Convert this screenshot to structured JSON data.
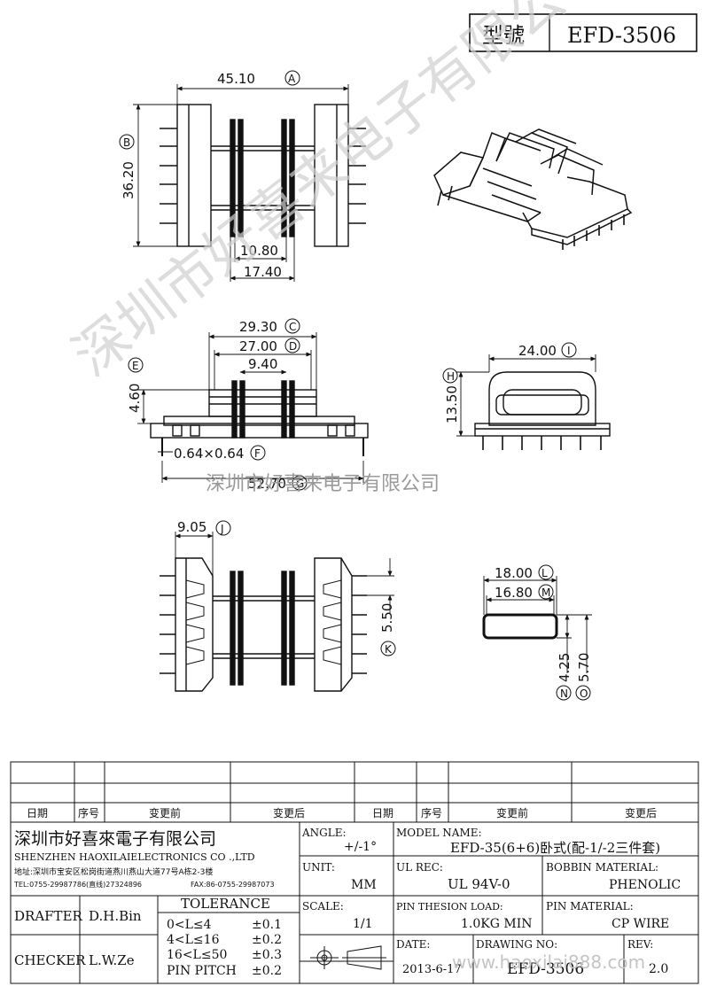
{
  "header": {
    "model_label": "型號",
    "model_value": "EFD-3506"
  },
  "dimensions": {
    "A": "45.10",
    "B": "36.20",
    "h_inner": "10.80",
    "h_outer": "17.40",
    "C": "29.30",
    "D": "27.00",
    "mid": "9.40",
    "E": "4.60",
    "F": "0.64×0.64",
    "G": "52.70",
    "H": "13.50",
    "I": "24.00",
    "J": "9.05",
    "K": "5.50",
    "L": "18.00",
    "M": "16.80",
    "N": "4.25",
    "O": "5.70"
  },
  "letters": {
    "A": "A",
    "B": "B",
    "C": "C",
    "D": "D",
    "E": "E",
    "F": "F",
    "G": "G",
    "H": "H",
    "I": "I",
    "J": "J",
    "K": "K",
    "L": "L",
    "M": "M",
    "N": "N",
    "O": "O"
  },
  "watermark": {
    "diag": "深圳市好喜来电子有限公司",
    "line": "深圳市好喜来电子有限公司",
    "url": "www.haoxilai888.com"
  },
  "revision_table": {
    "headers": [
      "日期",
      "序号",
      "变更前",
      "变更后",
      "日期",
      "序号",
      "变更前",
      "变更后"
    ]
  },
  "company": {
    "name_cn": "深圳市好喜來電子有限公司",
    "name_en": "SHENZHEN HAOXILAIELECTRONICS CO .,LTD",
    "address": "地址:深圳市宝安区松岗街道燕川燕山大道77号A栋2-3楼",
    "tel": "TEL:0755-29987786(直线)27324896",
    "fax": "FAX:86-0755-29987073"
  },
  "title_block": {
    "angle_label": "ANGLE:",
    "angle_value": "+/-1°",
    "model_name_label": "MODEL NAME:",
    "model_name_value": "EFD-35(6+6)卧式(配-1/-2三件套)",
    "unit_label": "UNIT:",
    "unit_value": "MM",
    "ul_label": "UL REC:",
    "ul_value": "UL 94V-0",
    "bobbin_label": "BOBBIN MATERIAL:",
    "bobbin_value": "PHENOLIC",
    "scale_label": "SCALE:",
    "scale_value": "1/1",
    "load_label": "PIN THESION LOAD:",
    "load_value": "1.0KG MIN",
    "pin_label": "PIN MATERIAL:",
    "pin_value": "CP  WIRE",
    "date_label": "DATE:",
    "date_value": "2013-6-17",
    "drawing_label": "DRAWING NO:",
    "drawing_value": "EFD-3506",
    "rev_label": "REV:",
    "rev_value": "2.0",
    "drafter_label": "DRAFTER",
    "drafter_value": "D.H.Bin",
    "checker_label": "CHECKER",
    "checker_value": "L.W.Ze",
    "tolerance_title": "TOLERANCE",
    "tolerance_rows": [
      {
        "range": "0<L≤4",
        "value": "±0.1"
      },
      {
        "range": "4<L≤16",
        "value": "±0.2"
      },
      {
        "range": "16<L≤50",
        "value": "±0.3"
      },
      {
        "range": "PIN PITCH",
        "value": "±0.2"
      }
    ]
  }
}
